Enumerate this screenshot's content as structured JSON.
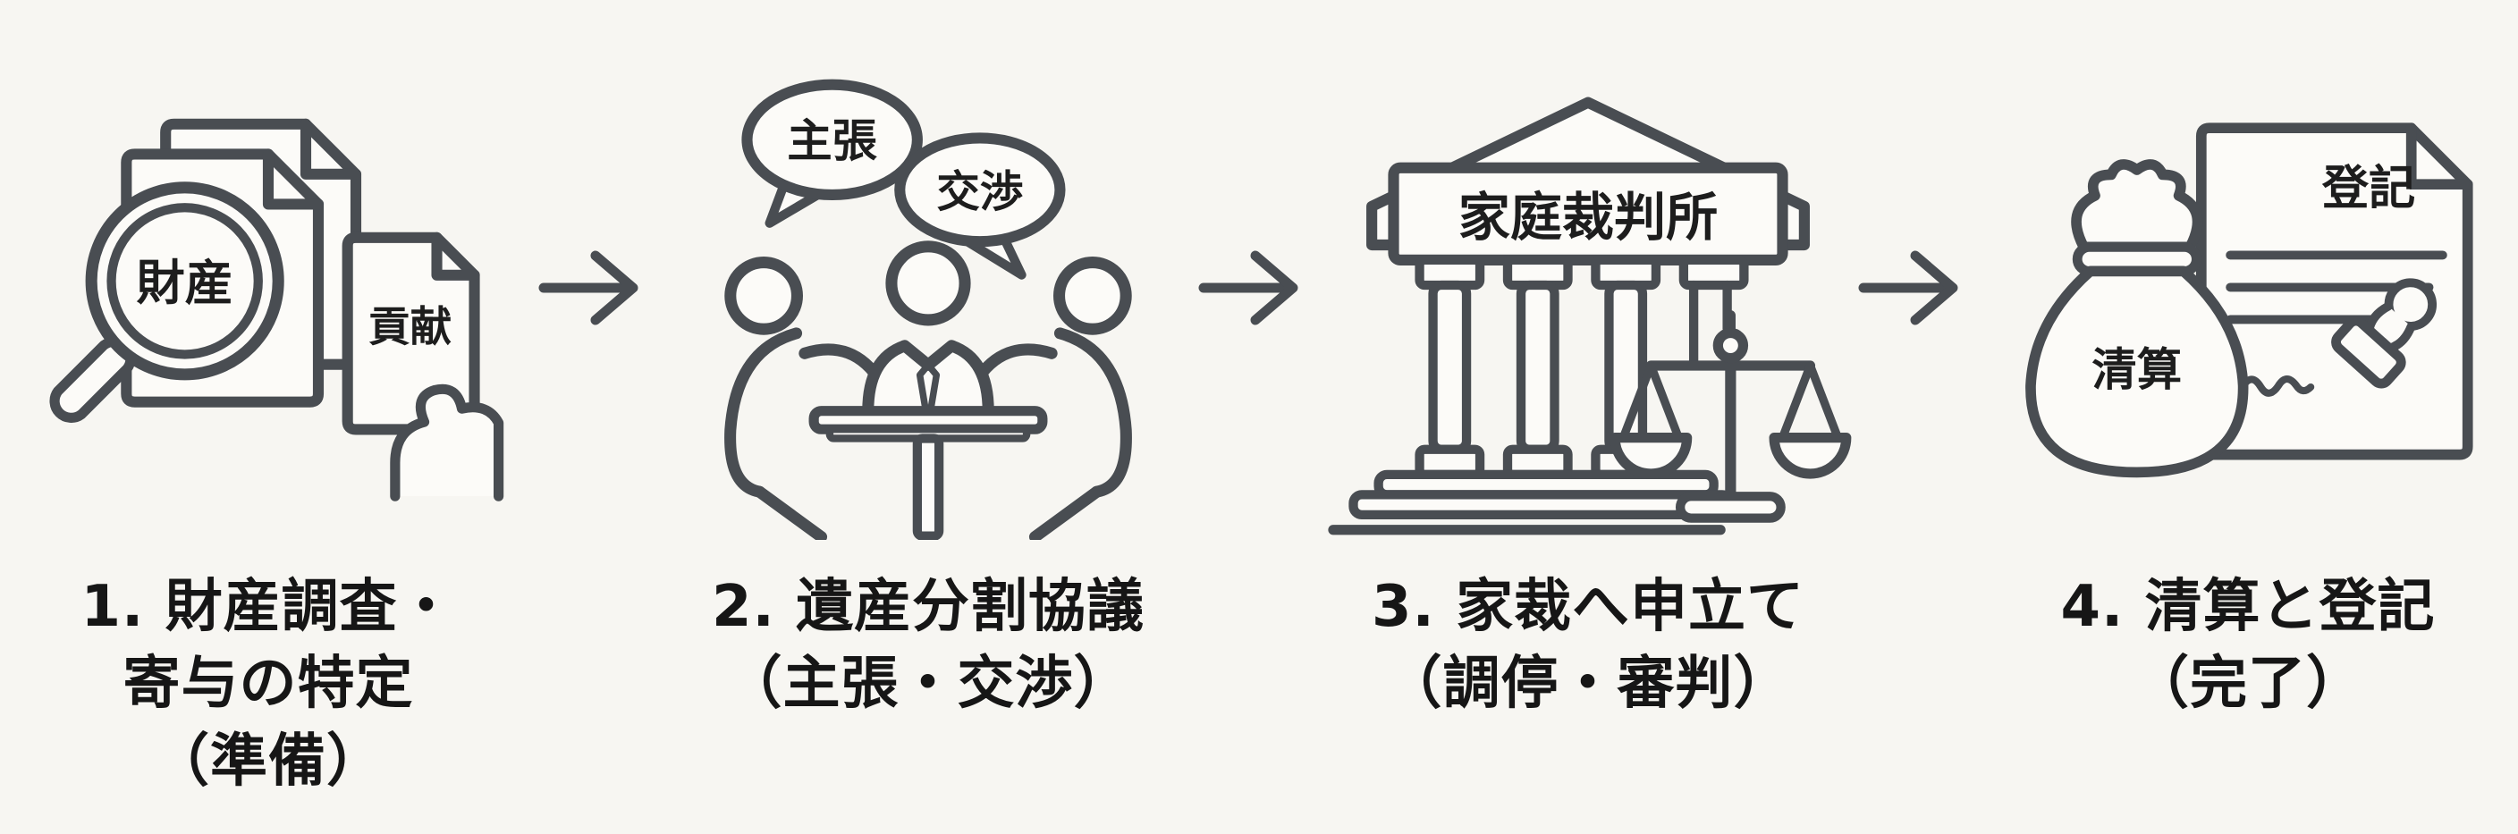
{
  "figure": {
    "type": "process-flow",
    "language": "ja",
    "background_color": "#f7f6f2",
    "outline_color": "#494d52",
    "caption_color": "#161616",
    "icon_text_color": "#1d1d1d",
    "arrow_count": 3,
    "arrow_direction": "right",
    "steps": [
      {
        "icon": "documents-magnifier-hand",
        "icon_labels": {
          "magnifier_lens": "財産",
          "held_document": "貢献"
        },
        "caption_lines": [
          "1. 財産調査・",
          "寄与の特定",
          "（準備）"
        ]
      },
      {
        "icon": "three-people-table-discussion",
        "icon_labels": {
          "speech_bubble_left": "主張",
          "speech_bubble_right": "交渉"
        },
        "caption_lines": [
          "2. 遺産分割協議",
          "（主張・交渉）"
        ]
      },
      {
        "icon": "courthouse-scales",
        "icon_labels": {
          "building_sign": "家庭裁判所"
        },
        "caption_lines": [
          "3. 家裁へ申立て",
          "（調停・審判）"
        ]
      },
      {
        "icon": "money-bag-document-stamp",
        "icon_labels": {
          "money_bag": "清算",
          "registry_document": "登記"
        },
        "caption_lines": [
          "4. 清算と登記",
          "（完了）"
        ]
      }
    ]
  }
}
